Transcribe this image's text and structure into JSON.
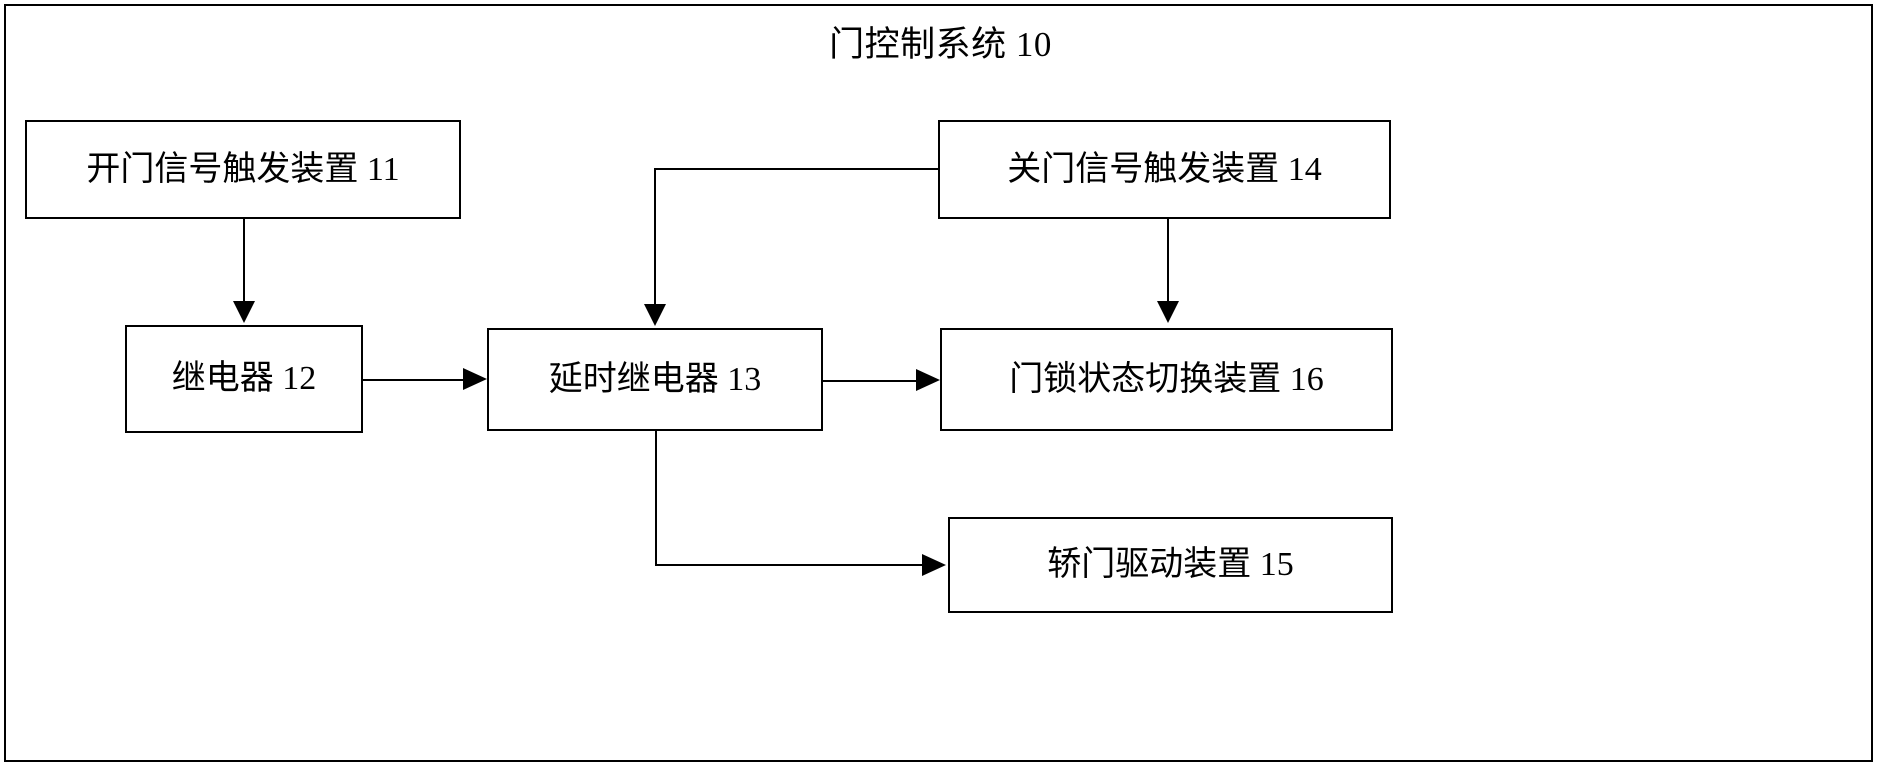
{
  "figure": {
    "title": "门控制系统  10",
    "title_name": "门控制系统",
    "title_ref": "10",
    "line_color": "#000000",
    "background_color": "#ffffff"
  },
  "nodes": [
    {
      "id": "11",
      "label": "开门信号触发装置  11",
      "name": "开门信号触发装置",
      "ref": "11"
    },
    {
      "id": "14",
      "label": "关门信号触发装置  14",
      "name": "关门信号触发装置",
      "ref": "14"
    },
    {
      "id": "12",
      "label": "继电器  12",
      "name": "继电器",
      "ref": "12"
    },
    {
      "id": "13",
      "label": "延时继电器  13",
      "name": "延时继电器",
      "ref": "13"
    },
    {
      "id": "16",
      "label": "门锁状态切换装置  16",
      "name": "门锁状态切换装置",
      "ref": "16"
    },
    {
      "id": "15",
      "label": "轿门驱动装置  15",
      "name": "轿门驱动装置",
      "ref": "15"
    }
  ],
  "connections": [
    {
      "from": "11",
      "to": "12",
      "style": "elbow-down"
    },
    {
      "from": "12",
      "to": "13",
      "style": "straight-right"
    },
    {
      "from": "14",
      "to": "13",
      "style": "left-then-down"
    },
    {
      "from": "14",
      "to": "16",
      "style": "straight-down"
    },
    {
      "from": "13",
      "to": "16",
      "style": "straight-right"
    },
    {
      "from": "13",
      "to": "15",
      "style": "down-then-right"
    }
  ]
}
